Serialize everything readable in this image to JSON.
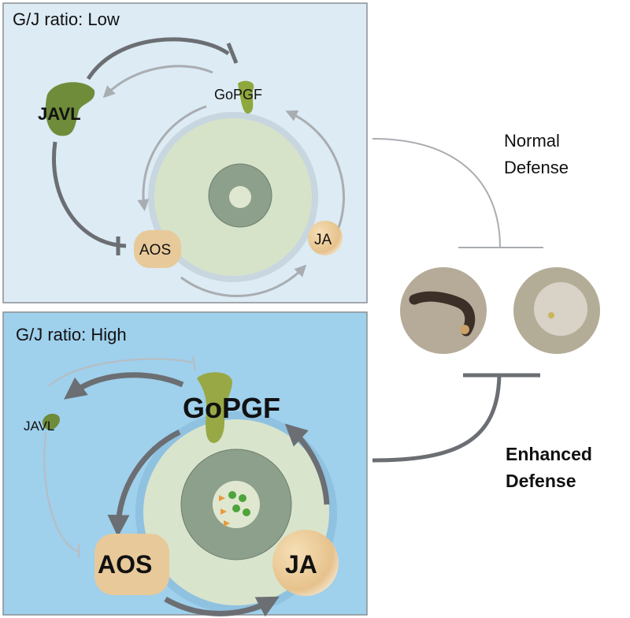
{
  "panels": {
    "low": {
      "title": "G/J ratio: Low",
      "javl": "JAVL",
      "gopgf": "GoPGF",
      "aos": "AOS",
      "ja": "JA",
      "bg": "#dcebf4"
    },
    "high": {
      "title": "G/J ratio: High",
      "javl": "JAVL",
      "gopgf": "GoPGF",
      "aos": "AOS",
      "ja": "JA",
      "bg": "#9fd0ec"
    }
  },
  "outcomes": {
    "normal": {
      "line1": "Normal",
      "line2": "Defense"
    },
    "enhanced": {
      "line1": "Enhanced",
      "line2": "Defense"
    }
  },
  "images": {
    "caterpillar": "caterpillar-icon",
    "damaged_leaf": "damaged-leaf-icon"
  },
  "colors": {
    "protein_green": "#6f8c3a",
    "enzyme_tan": "#e8c99a",
    "cell_fill": "#d6e3c9",
    "arrow_dark": "#6b6e72",
    "arrow_light": "#a9adb1"
  }
}
